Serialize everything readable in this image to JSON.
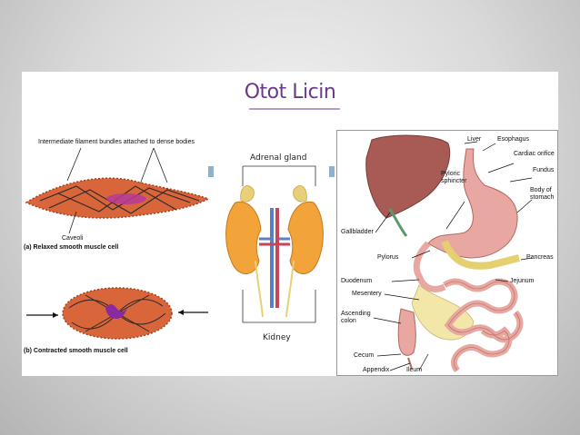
{
  "slide": {
    "title": "Otot Licin"
  },
  "left_figure": {
    "top_label": "Intermediate filament bundles attached to dense bodies",
    "caveoli_label": "Caveoli",
    "caption_a": "(a) Relaxed smooth muscle cell",
    "caption_b": "(b) Contracted smooth muscle cell"
  },
  "middle_figure": {
    "top_label": "Adrenal gland",
    "bottom_label": "Kidney"
  },
  "right_figure": {
    "labels": {
      "liver": "Liver",
      "esophagus": "Esophagus",
      "cardiac_orifice": "Cardiac orifice",
      "fundus": "Fundus",
      "body_of_stomach": "Body of stomach",
      "pyloric_sphincter": "Pyloric sphincter",
      "gallbladder": "Gallbladder",
      "pylorus": "Pylorus",
      "pancreas": "Pancreas",
      "duodenum": "Duodenum",
      "jejunum": "Jejunum",
      "mesentery": "Mesentery",
      "ascending_colon": "Ascending colon",
      "cecum": "Cecum",
      "appendix": "Appendix",
      "ileum": "Ileum"
    }
  },
  "colors": {
    "title": "#6a3a8a",
    "muscle": "#d9653a",
    "kidney": "#f2a33a",
    "liver": "#a85a55",
    "intestine": "#e8a7a0"
  }
}
